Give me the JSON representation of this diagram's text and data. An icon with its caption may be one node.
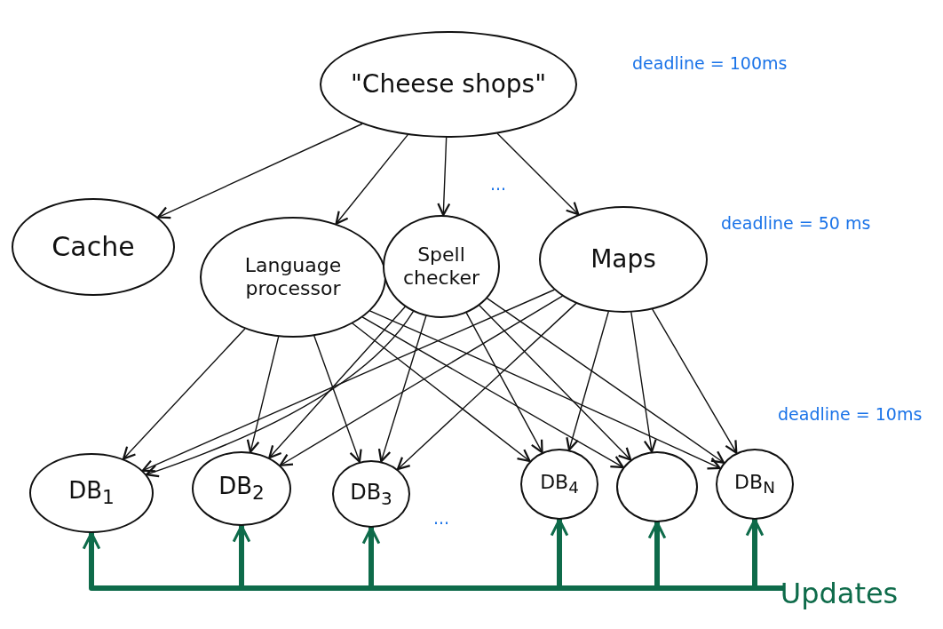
{
  "diagram": {
    "nodes": [
      {
        "text": [
          "\"Cheese shops\""
        ]
      },
      {
        "text": [
          "Cache"
        ]
      },
      {
        "text": [
          "Language processor"
        ]
      },
      {
        "text": [
          "Spell checker"
        ]
      },
      {
        "text": [
          "Maps"
        ]
      },
      {
        "text": [
          "DB$_{1}$"
        ]
      },
      {
        "text": [
          "DB$_{2}$"
        ]
      },
      {
        "text": [
          "DB$_{3}$"
        ]
      },
      {
        "text": [
          "DB$_{4}$"
        ]
      },
      {
        "text": [],
        "shape": "circle"
      },
      {
        "text": [
          "DB$_{N}$"
        ]
      },
      {
        "text": [
          "Updates"
        ]
      }
    ],
    "edges": [
      {
        "from": 0,
        "to": 1,
        "arrow": "to"
      },
      {
        "from": 0,
        "to": 2,
        "arrow": "to"
      },
      {
        "from": 0,
        "to": 3,
        "arrow": "to"
      },
      {
        "from": 0,
        "to": 4,
        "arrow": "to"
      },
      {
        "from": 2,
        "to": 5,
        "arrow": "to"
      },
      {
        "from": 2,
        "to": 6,
        "arrow": "to"
      },
      {
        "from": 2,
        "to": 7,
        "arrow": "to"
      },
      {
        "from": 2,
        "to": 8,
        "arrow": "to"
      },
      {
        "from": 2,
        "to": 9,
        "arrow": "to"
      },
      {
        "from": 2,
        "to": 10,
        "arrow": "to"
      },
      {
        "from": 3,
        "to": 5,
        "arrow": "to"
      },
      {
        "from": 3,
        "to": 6,
        "arrow": "to"
      },
      {
        "from": 3,
        "to": 7,
        "arrow": "to"
      },
      {
        "from": 3,
        "to": 8,
        "arrow": "to"
      },
      {
        "from": 3,
        "to": 9,
        "arrow": "to"
      },
      {
        "from": 3,
        "to": 10,
        "arrow": "to"
      },
      {
        "from": 4,
        "to": 5,
        "arrow": "to"
      },
      {
        "from": 4,
        "to": 6,
        "arrow": "to"
      },
      {
        "from": 4,
        "to": 7,
        "arrow": "to"
      },
      {
        "from": 4,
        "to": 8,
        "arrow": "to"
      },
      {
        "from": 4,
        "to": 9,
        "arrow": "to"
      },
      {
        "from": 4,
        "to": 10,
        "arrow": "to"
      },
      {
        "from": 11,
        "to": 5,
        "arrow": "to",
        "style": "thick",
        "color": "#0e6b4a"
      },
      {
        "from": 11,
        "to": 6,
        "arrow": "to",
        "style": "thick",
        "color": "#0e6b4a"
      },
      {
        "from": 11,
        "to": 7,
        "arrow": "to",
        "style": "thick",
        "color": "#0e6b4a"
      },
      {
        "from": 11,
        "to": 8,
        "arrow": "to",
        "style": "thick",
        "color": "#0e6b4a"
      },
      {
        "from": 11,
        "to": 9,
        "arrow": "to",
        "style": "thick",
        "color": "#0e6b4a"
      },
      {
        "from": 11,
        "to": 10,
        "arrow": "to",
        "style": "thick",
        "color": "#0e6b4a"
      }
    ],
    "labels": [
      "deadline = 100ms",
      "...",
      "deadline = 50 ms",
      "deadline = 10ms",
      "..."
    ]
  }
}
